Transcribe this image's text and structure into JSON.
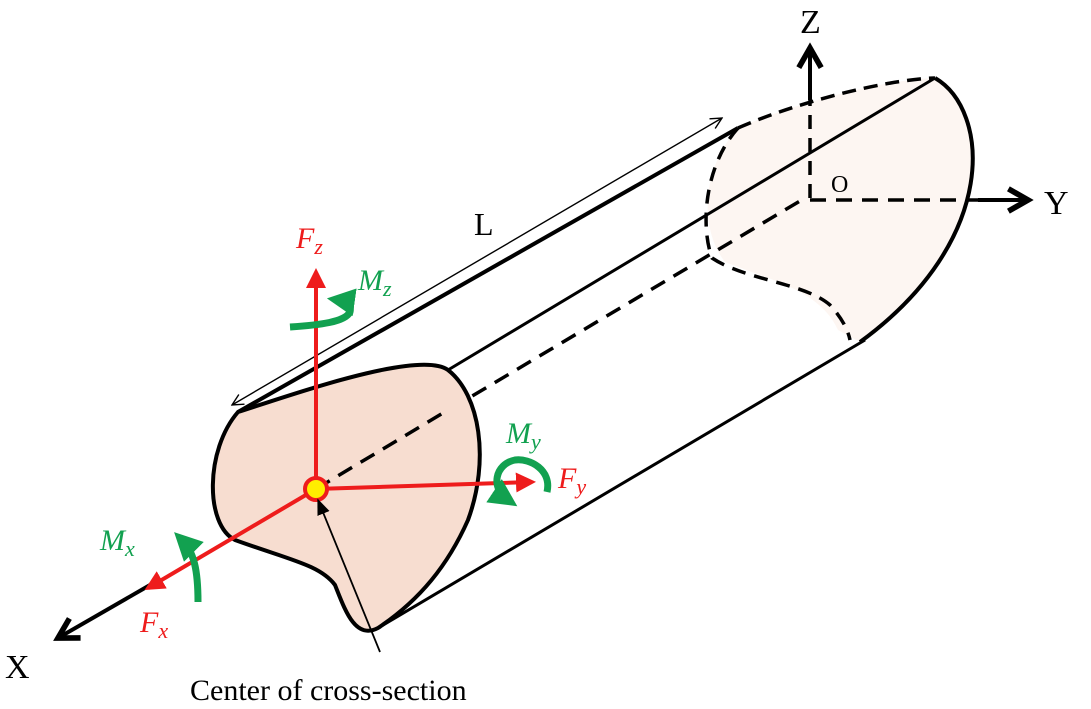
{
  "diagram": {
    "title": "Beam segment with forces and moments at cross-section",
    "axes": {
      "x_label": "X",
      "y_label": "Y",
      "z_label": "Z",
      "origin_label": "O"
    },
    "length_label": "L",
    "forces": [
      {
        "id": "fx",
        "symbol": "F",
        "subscript": "x"
      },
      {
        "id": "fy",
        "symbol": "F",
        "subscript": "y"
      },
      {
        "id": "fz",
        "symbol": "F",
        "subscript": "z"
      }
    ],
    "moments": [
      {
        "id": "mx",
        "symbol": "M",
        "subscript": "x"
      },
      {
        "id": "my",
        "symbol": "M",
        "subscript": "y"
      },
      {
        "id": "mz",
        "symbol": "M",
        "subscript": "z"
      }
    ],
    "caption": "Center of cross-section",
    "colors": {
      "force": "#ee1c1c",
      "moment": "#12a150",
      "near_section_fill": "#f7ddd0",
      "far_section_fill": "#fdf6f2",
      "center_dot": "#ffee00",
      "outline": "#000000"
    }
  }
}
